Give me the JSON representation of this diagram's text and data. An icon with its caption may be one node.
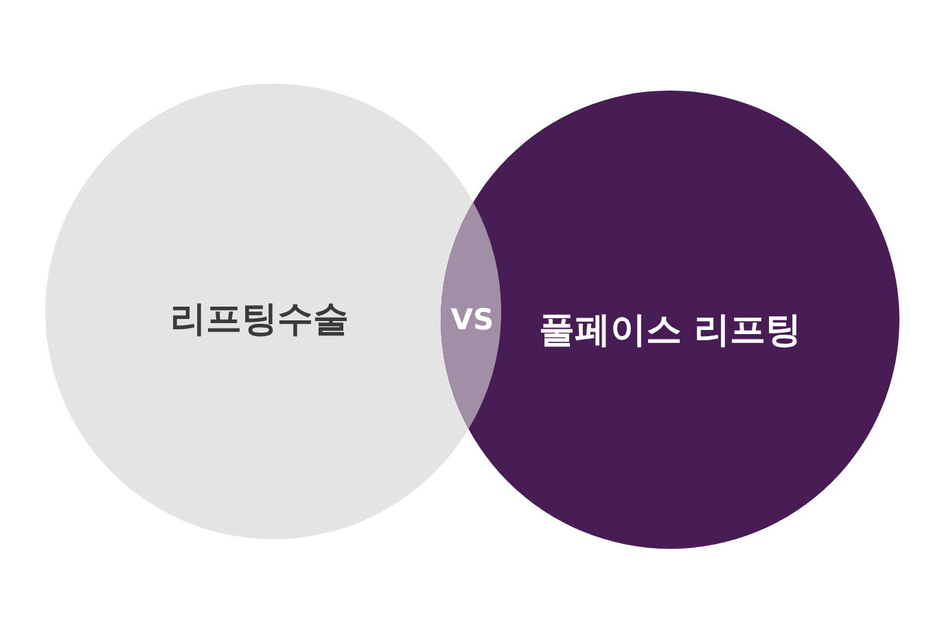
{
  "diagram": {
    "nodes": [
      {
        "text": [
          "리프팅수술"
        ]
      },
      {
        "text": [
          "풀페이스 리프팅"
        ]
      }
    ],
    "labels": [
      "VS"
    ]
  }
}
